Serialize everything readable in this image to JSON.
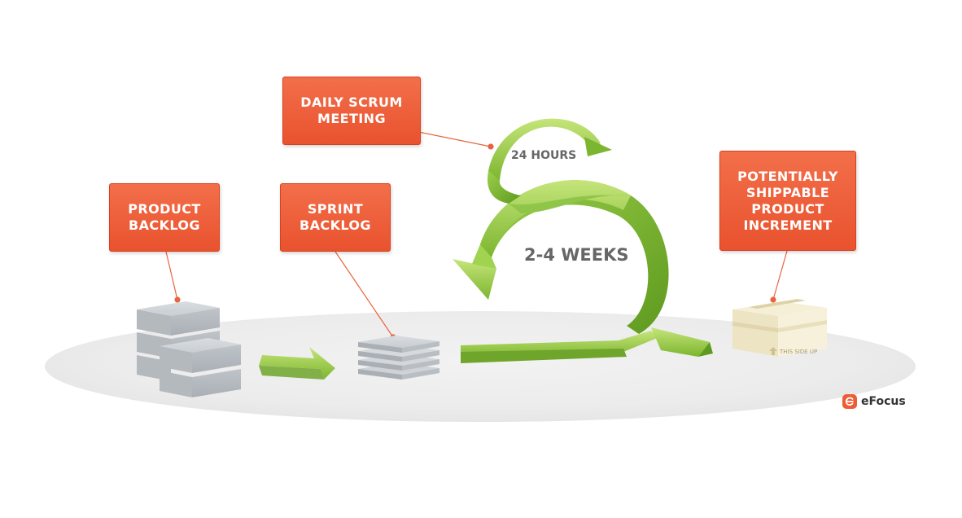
{
  "labels": {
    "daily_scrum": [
      "DAILY SCRUM",
      "MEETING"
    ],
    "product_backlog": [
      "PRODUCT",
      "BACKLOG"
    ],
    "sprint_backlog": [
      "SPRINT",
      "BACKLOG"
    ],
    "increment": [
      "POTENTIALLY",
      "SHIPPABLE",
      "PRODUCT",
      "INCREMENT"
    ]
  },
  "loop": {
    "daily_cycle": "24 HOURS",
    "sprint_cycle": "2-4 WEEKS"
  },
  "box_marking": "THIS SIDE UP",
  "brand": {
    "name": "eFocus"
  },
  "colors": {
    "label": "#ee5c36",
    "arrow": "#8cc63e",
    "block": "#c8ccd0",
    "box": "#f3ecd2"
  },
  "icons": [
    "arrow-up-icon",
    "efocus-logo-icon"
  ]
}
